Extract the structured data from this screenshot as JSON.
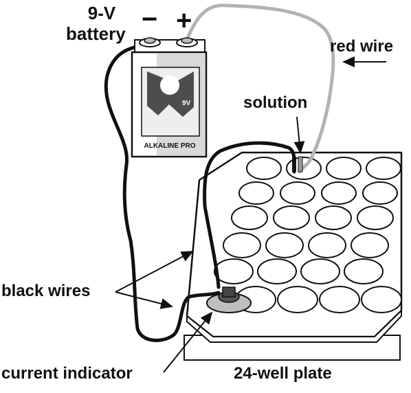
{
  "labels": {
    "battery_voltage": "9-V",
    "battery_word": "battery",
    "minus_sign": "−",
    "plus_sign": "+",
    "red_wire": "red wire",
    "solution": "solution",
    "black_wires": "black wires",
    "current_indicator": "current indicator",
    "plate": "24-well plate"
  },
  "battery_face": {
    "voltage_mark": "9V",
    "brand": "ALKALINE PRO"
  },
  "plate": {
    "rows": 6,
    "columns": 4
  },
  "colors": {
    "outline": "#111111",
    "red_wire": "#b3b3b3",
    "black_wire": "#111111",
    "battery_shade": "#d9d9d9",
    "battery_logo": "#4d4d4d"
  }
}
